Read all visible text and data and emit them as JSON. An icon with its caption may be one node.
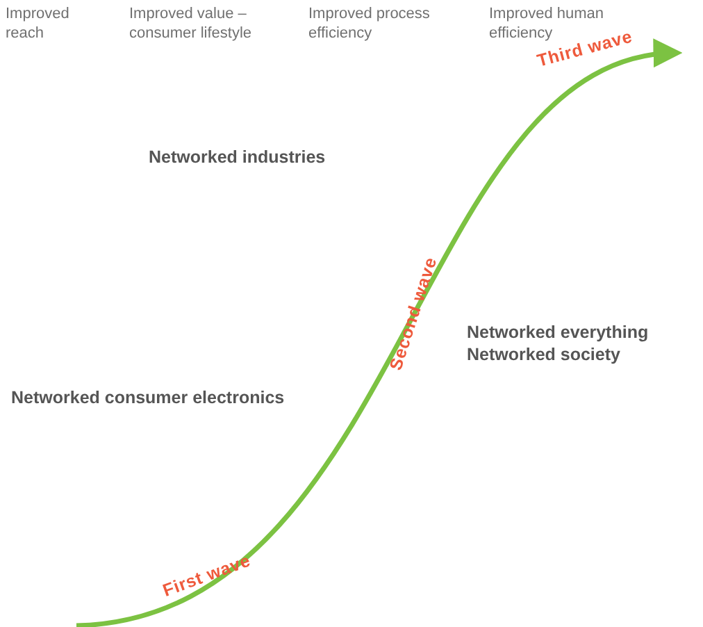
{
  "diagram": {
    "labels": [
      "Improved reach",
      "Improved value – consumer lifestyle",
      "Improved process efficiency",
      "Improved human efficiency",
      "Third wave",
      "Networked industries",
      "Second wave",
      "Networked everything",
      "Networked society",
      "Networked consumer electronics",
      "First wave"
    ]
  }
}
